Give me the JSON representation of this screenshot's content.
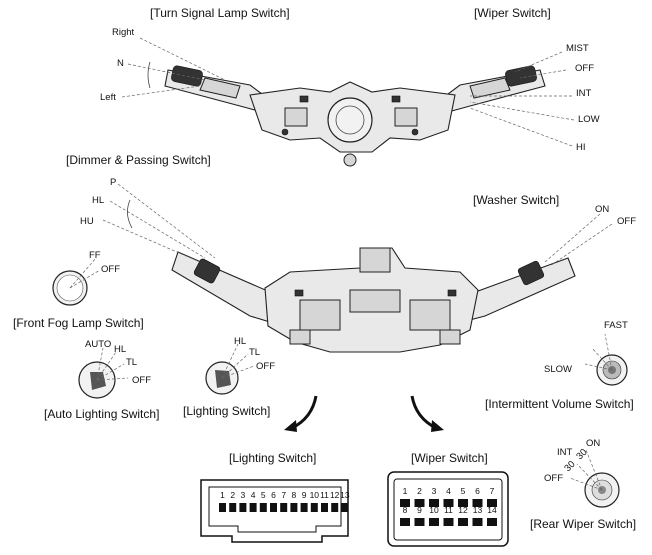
{
  "captions": {
    "turn_signal": "[Turn Signal Lamp Switch]",
    "wiper": "[Wiper Switch]",
    "dimmer": "[Dimmer & Passing Switch]",
    "washer": "[Washer Switch]",
    "front_fog": "[Front Fog Lamp Switch]",
    "auto_lighting": "[Auto Lighting Switch]",
    "lighting": "[Lighting Switch]",
    "intermittent": "[Intermittent Volume Switch]",
    "lighting_conn": "[Lighting Switch]",
    "wiper_conn": "[Wiper Switch]",
    "rear_wiper": "[Rear Wiper Switch]"
  },
  "turn_signal_positions": [
    "Right",
    "N",
    "Left"
  ],
  "wiper_positions": [
    "MIST",
    "OFF",
    "INT",
    "LOW",
    "HI"
  ],
  "dimmer_positions": [
    "P",
    "HL",
    "HU"
  ],
  "washer_positions": [
    "ON",
    "OFF"
  ],
  "front_fog_positions": [
    "FF",
    "OFF"
  ],
  "auto_lighting_positions": [
    "AUTO",
    "HL",
    "TL",
    "OFF"
  ],
  "lighting_positions": [
    "HL",
    "TL",
    "OFF"
  ],
  "intermittent_positions": [
    "FAST",
    "SLOW"
  ],
  "rear_wiper_positions": [
    "ON",
    "INT",
    "30",
    "30",
    "OFF"
  ],
  "lighting_connector_pins": [
    "1",
    "2",
    "3",
    "4",
    "5",
    "6",
    "7",
    "8",
    "9",
    "10",
    "11",
    "12",
    "13"
  ],
  "wiper_connector_pins_top": [
    "1",
    "2",
    "3",
    "4",
    "5",
    "6",
    "7"
  ],
  "wiper_connector_pins_bottom": [
    "8",
    "9",
    "10",
    "11",
    "12",
    "13",
    "14"
  ]
}
